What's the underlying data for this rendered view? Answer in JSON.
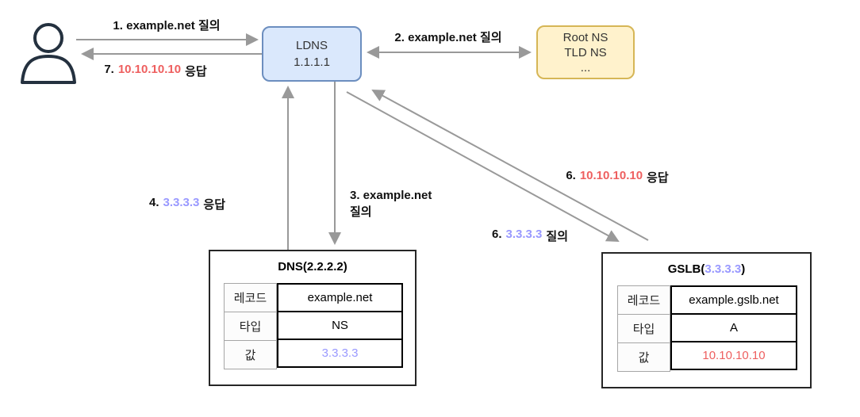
{
  "actors": {
    "user": {
      "icon": "person-icon"
    },
    "ldns": {
      "line1": "LDNS",
      "line2": "1.1.1.1"
    },
    "root_ns": {
      "line1": "Root NS",
      "line2": "TLD NS",
      "line3": "..."
    }
  },
  "labels": {
    "step1": {
      "text": "1. example.net 질의"
    },
    "step2": {
      "text": "2. example.net 질의"
    },
    "step3": {
      "line1": "3. example.net",
      "line2": "질의"
    },
    "step4": {
      "prefix": "4.",
      "value": "3.3.3.3",
      "suffix": "응답"
    },
    "step6_query": {
      "prefix": "6.",
      "value": "3.3.3.3",
      "suffix": "질의"
    },
    "step6_response": {
      "prefix": "6.",
      "value": "10.10.10.10",
      "suffix": "응답"
    },
    "step7": {
      "prefix": "7.",
      "value": "10.10.10.10",
      "suffix": "응답"
    }
  },
  "tables": {
    "dns": {
      "title": "DNS(2.2.2.2)",
      "rows": [
        {
          "label": "레코드",
          "value": "example.net"
        },
        {
          "label": "타입",
          "value": "NS"
        },
        {
          "label": "값",
          "value": "3.3.3.3"
        }
      ]
    },
    "gslb": {
      "title_prefix": "GSLB(",
      "title_value": "3.3.3.3",
      "title_suffix": ")",
      "rows": [
        {
          "label": "레코드",
          "value": "example.gslb.net"
        },
        {
          "label": "타입",
          "value": "A"
        },
        {
          "label": "값",
          "value": "10.10.10.10"
        }
      ]
    }
  },
  "colors": {
    "response_red": "#ee5f5f",
    "gslb_purple": "#9999ff",
    "arrow_gray": "#999999",
    "ldns_fill": "#dae8fc",
    "ldns_border": "#6c8ebf",
    "rootns_fill": "#fff2cc",
    "rootns_border": "#d6b656",
    "person_icon": "#24313f"
  }
}
